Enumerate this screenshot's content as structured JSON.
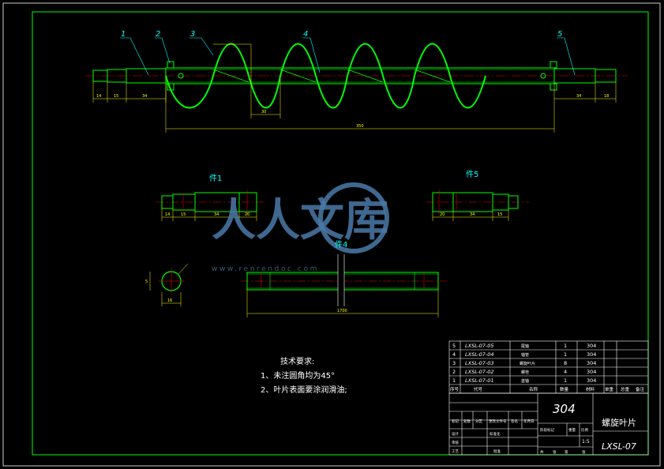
{
  "colors": {
    "background": "#000000",
    "frame": "#00ff00",
    "part": "#00ff00",
    "dimension": "#ffff00",
    "centerline": "#ff0000",
    "leader": "#00ffff",
    "label_text": "#00ffff",
    "table_text": "#ffffff",
    "watermark": "#4a7aa8"
  },
  "assembly": {
    "part_numbers": [
      "1",
      "2",
      "3",
      "4",
      "5"
    ],
    "dimensions": {
      "d14": "14",
      "d15": "15",
      "d34a": "34",
      "pitch": "30",
      "overall": "350",
      "d34b": "34",
      "d18": "18"
    }
  },
  "part1": {
    "label": "件1",
    "dims": [
      "14",
      "15",
      "34",
      "20"
    ]
  },
  "part5": {
    "label": "件5",
    "dims": [
      "20",
      "34",
      "15"
    ]
  },
  "part4": {
    "label": "件4",
    "dim_length": "1700"
  },
  "section": {
    "dim_width": "16",
    "dim_height": "5"
  },
  "tech_requirements": {
    "title": "技术要求:",
    "items": [
      "1、未注圆角均为45°",
      "2、叶片表面要涂润滑油;"
    ]
  },
  "bom": {
    "rows": [
      {
        "seq": "5",
        "code": "LXSL-07-05",
        "name": "尾轴",
        "qty": "1",
        "material": "304"
      },
      {
        "seq": "4",
        "code": "LXSL-07-04",
        "name": "轴管",
        "qty": "1",
        "material": "304"
      },
      {
        "seq": "3",
        "code": "LXSL-07-03",
        "name": "螺旋叶片",
        "qty": "8",
        "material": "304"
      },
      {
        "seq": "2",
        "code": "LXSL-07-02",
        "name": "螺栓",
        "qty": "4",
        "material": "304"
      },
      {
        "seq": "1",
        "code": "LXSL-07-01",
        "name": "首轴",
        "qty": "1",
        "material": "304"
      }
    ],
    "headers": [
      "序号",
      "代号",
      "名称",
      "数量",
      "材料",
      "单重",
      "总重",
      "备注"
    ]
  },
  "title_block": {
    "material": "304",
    "drawing_name": "螺旋叶片",
    "drawing_code": "LXSL-07",
    "scale": "1:5",
    "rev_headers": [
      "标记",
      "处数",
      "分区",
      "更改文件号",
      "签名",
      "年月日"
    ],
    "roles": [
      "设计",
      "审核",
      "工艺"
    ],
    "std_label": "标准化",
    "approve_label": "批准",
    "stage_headers": [
      "阶段标记",
      "重量",
      "比例"
    ],
    "sheet_labels": [
      "共",
      "张",
      "第",
      "张"
    ]
  },
  "watermark": {
    "text": "人人文库",
    "url": "www.renrendoc.com"
  }
}
